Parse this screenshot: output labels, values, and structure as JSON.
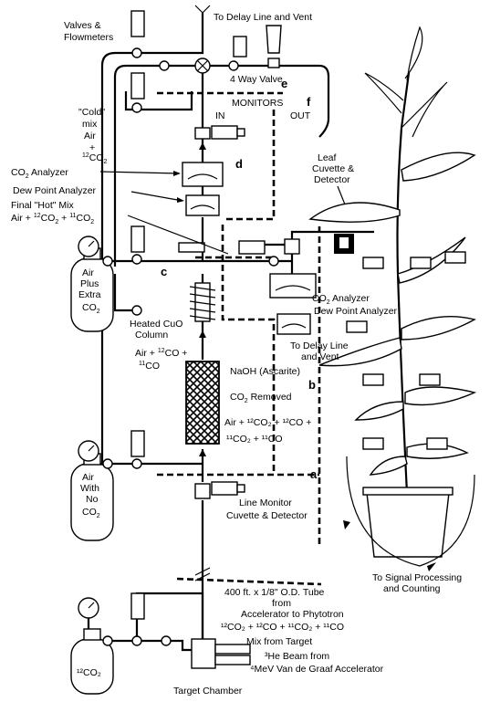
{
  "labels": {
    "valves_flowmeters_1": "Valves &",
    "valves_flowmeters_2": "Flowmeters",
    "delay_vent_top": "To Delay Line and Vent",
    "four_way_valve": "4 Way Valve",
    "monitors": "MONITORS",
    "monitor_in": "IN",
    "monitor_out": "OUT",
    "cold_mix_1": "\"Cold\"",
    "cold_mix_2": "mix",
    "cold_mix_3": "Air",
    "cold_mix_4": "+",
    "cold_mix_5_sup": "12",
    "cold_mix_5": "CO",
    "cold_mix_5_sub": "2",
    "co2_analyzer_main": "CO",
    "co2_analyzer_main_sub": "2",
    "co2_analyzer_main_rest": " Analyzer",
    "dew_point_main": "Dew Point Analyzer",
    "final_hot_mix": "Final \"Hot\" Mix",
    "final_hot_formula_a": "Air + ",
    "final_hot_formula_b_sup": "12",
    "final_hot_formula_b": "CO",
    "final_hot_formula_b_sub": "2",
    "final_hot_formula_c": " + ",
    "final_hot_formula_d_sup": "11",
    "final_hot_formula_d": "CO",
    "final_hot_formula_d_sub": "2",
    "leaf_cuvette_1": "Leaf",
    "leaf_cuvette_2": "Cuvette &",
    "leaf_cuvette_3": "Detector",
    "air_plus_1": "Air",
    "air_plus_2": "Plus",
    "air_plus_3": "Extra",
    "air_plus_4": "CO",
    "air_plus_4_sub": "2",
    "heated_cuo_1": "Heated CuO",
    "heated_cuo_2": "Column",
    "air_co_a": "Air + ",
    "air_co_b_sup": "12",
    "air_co_b": "CO +",
    "air_co_c_sup": "11",
    "air_co_c": "CO",
    "co2_analyzer_right": "CO",
    "co2_analyzer_right_sub": "2",
    "co2_analyzer_right_rest": " Analyzer",
    "dew_point_right": "Dew Point Analyzer",
    "delay_vent_right_1": "To Delay Line",
    "delay_vent_right_2": "and Vent",
    "naoh": "NaOH (Ascarite)",
    "co2_removed": "CO",
    "co2_removed_sub": "2",
    "co2_removed_rest": " Removed",
    "mixture_line1": "Air + ¹²CO₂ + ¹²CO +",
    "mixture_line2": "¹¹CO₂ + ¹¹CO",
    "air_no_1": "Air",
    "air_no_2": "With",
    "air_no_3": "No",
    "air_no_4": "CO",
    "air_no_4_sub": "2",
    "line_monitor_1": "Line Monitor",
    "line_monitor_2": "Cuvette & Detector",
    "signal_1": "To Signal Processing",
    "signal_2": "and Counting",
    "tube_1": "400 ft. x 1/8\" O.D. Tube",
    "tube_2": "from",
    "tube_3": "Accelerator to Phytotron",
    "tube_4": "¹²CO₂ + ¹²CO + ¹¹CO₂ + ¹¹CO",
    "mix_target": "Mix from Target",
    "he_beam_1": "³He Beam from",
    "he_beam_2": "⁴MeV Van de Graaf Accelerator",
    "co2_bottle": "¹²CO₂",
    "target_chamber": "Target Chamber"
  },
  "section_letters": {
    "a": "a",
    "b": "b",
    "c": "c",
    "d": "d",
    "e": "e",
    "f": "f"
  },
  "icons": [
    "gas-cylinder-icon",
    "flowmeter-icon",
    "valve-icon",
    "four-way-valve-icon",
    "detector-icon",
    "analyzer-icon",
    "plant-icon"
  ],
  "colors": {
    "ink": "#000000",
    "paper": "#ffffff"
  }
}
